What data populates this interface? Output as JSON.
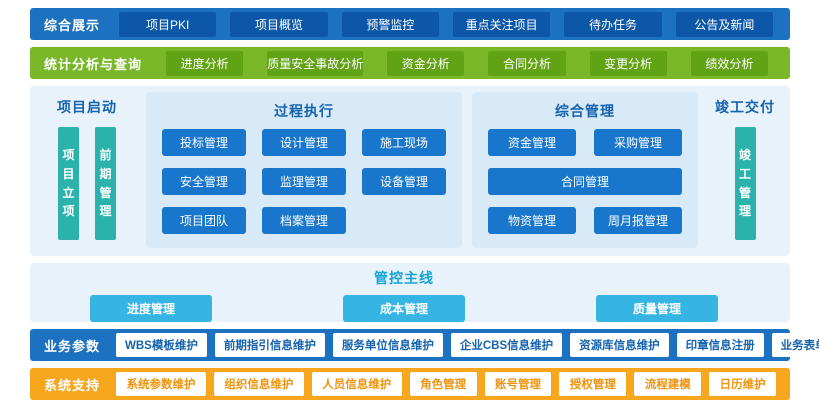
{
  "top_bar": {
    "label": "综合展示",
    "buttons": [
      "项目PKI",
      "项目概览",
      "预警监控",
      "重点关注项目",
      "待办任务",
      "公告及新闻"
    ]
  },
  "analysis_bar": {
    "label": "统计分析与查询",
    "buttons": [
      "进度分析",
      "质量安全事故分析",
      "资金分析",
      "合同分析",
      "变更分析",
      "绩效分析"
    ]
  },
  "main": {
    "project_start": {
      "title": "项目启动",
      "vbars": [
        "项目立项",
        "前期管理"
      ]
    },
    "process_execution": {
      "title": "过程执行",
      "buttons": [
        "投标管理",
        "设计管理",
        "施工现场",
        "安全管理",
        "监理管理",
        "设备管理",
        "项目团队",
        "档案管理"
      ]
    },
    "comprehensive": {
      "title": "综合管理",
      "row1": [
        "资金管理",
        "采购管理"
      ],
      "wide": "合同管理",
      "row3": [
        "物资管理",
        "周月报管理"
      ]
    },
    "completion": {
      "title": "竣工交付",
      "vbars": [
        "竣工管理"
      ]
    }
  },
  "control_line": {
    "title": "管控主线",
    "buttons": [
      "进度管理",
      "成本管理",
      "质量管理"
    ]
  },
  "business_params": {
    "label": "业务参数",
    "buttons": [
      "WBS模板维护",
      "前期指引信息维护",
      "服务单位信息维护",
      "企业CBS信息维护",
      "资源库信息维护",
      "印章信息注册",
      "业务表单模板维护"
    ]
  },
  "system_support": {
    "label": "系统支持",
    "buttons": [
      "系统参数维护",
      "组织信息维护",
      "人员信息维护",
      "角色管理",
      "账号管理",
      "授权管理",
      "流程建模",
      "日历维护"
    ]
  },
  "colors": {
    "top_bar": "#1c72c0",
    "top_button": "#0d57a8",
    "green_bar": "#7ab82a",
    "green_button": "#61a315",
    "main_bg": "#e7f2fb",
    "inner_panel_bg": "#d8eaf8",
    "module_button": "#1877cd",
    "teal_bar": "#2bb2ab",
    "cyan_button": "#36b5e5",
    "orange_bar": "#f6a71e",
    "title_blue": "#1563ae",
    "control_title": "#16a3da"
  }
}
